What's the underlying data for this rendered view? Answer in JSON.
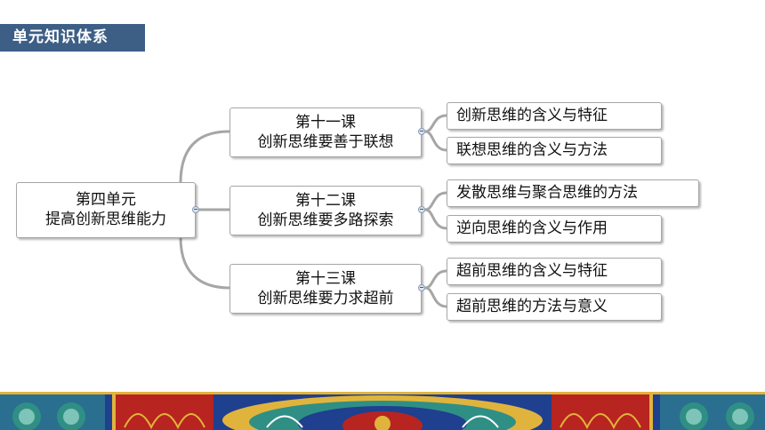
{
  "header": {
    "title": "单元知识体系"
  },
  "mindmap": {
    "root": {
      "line1": "第四单元",
      "line2": "提高创新思维能力"
    },
    "lessons": [
      {
        "line1": "第十一课",
        "line2": "创新思维要善于联想",
        "topics": [
          "创新思维的含义与特征",
          "联想思维的含义与方法"
        ]
      },
      {
        "line1": "第十二课",
        "line2": "创新思维要多路探索",
        "topics": [
          "发散思维与聚合思维的方法",
          "逆向思维的含义与作用"
        ]
      },
      {
        "line1": "第十三课",
        "line2": "创新思维要力求超前",
        "topics": [
          "超前思维的含义与特征",
          "超前思维的方法与意义"
        ]
      }
    ]
  },
  "colors": {
    "header_bg": "#3d5f86",
    "connector": "#a6a6a6",
    "banner_red": "#8a1c1a",
    "banner_blue": "#1f3f8f",
    "banner_teal": "#2f8f85",
    "banner_gold": "#e0b43c"
  }
}
